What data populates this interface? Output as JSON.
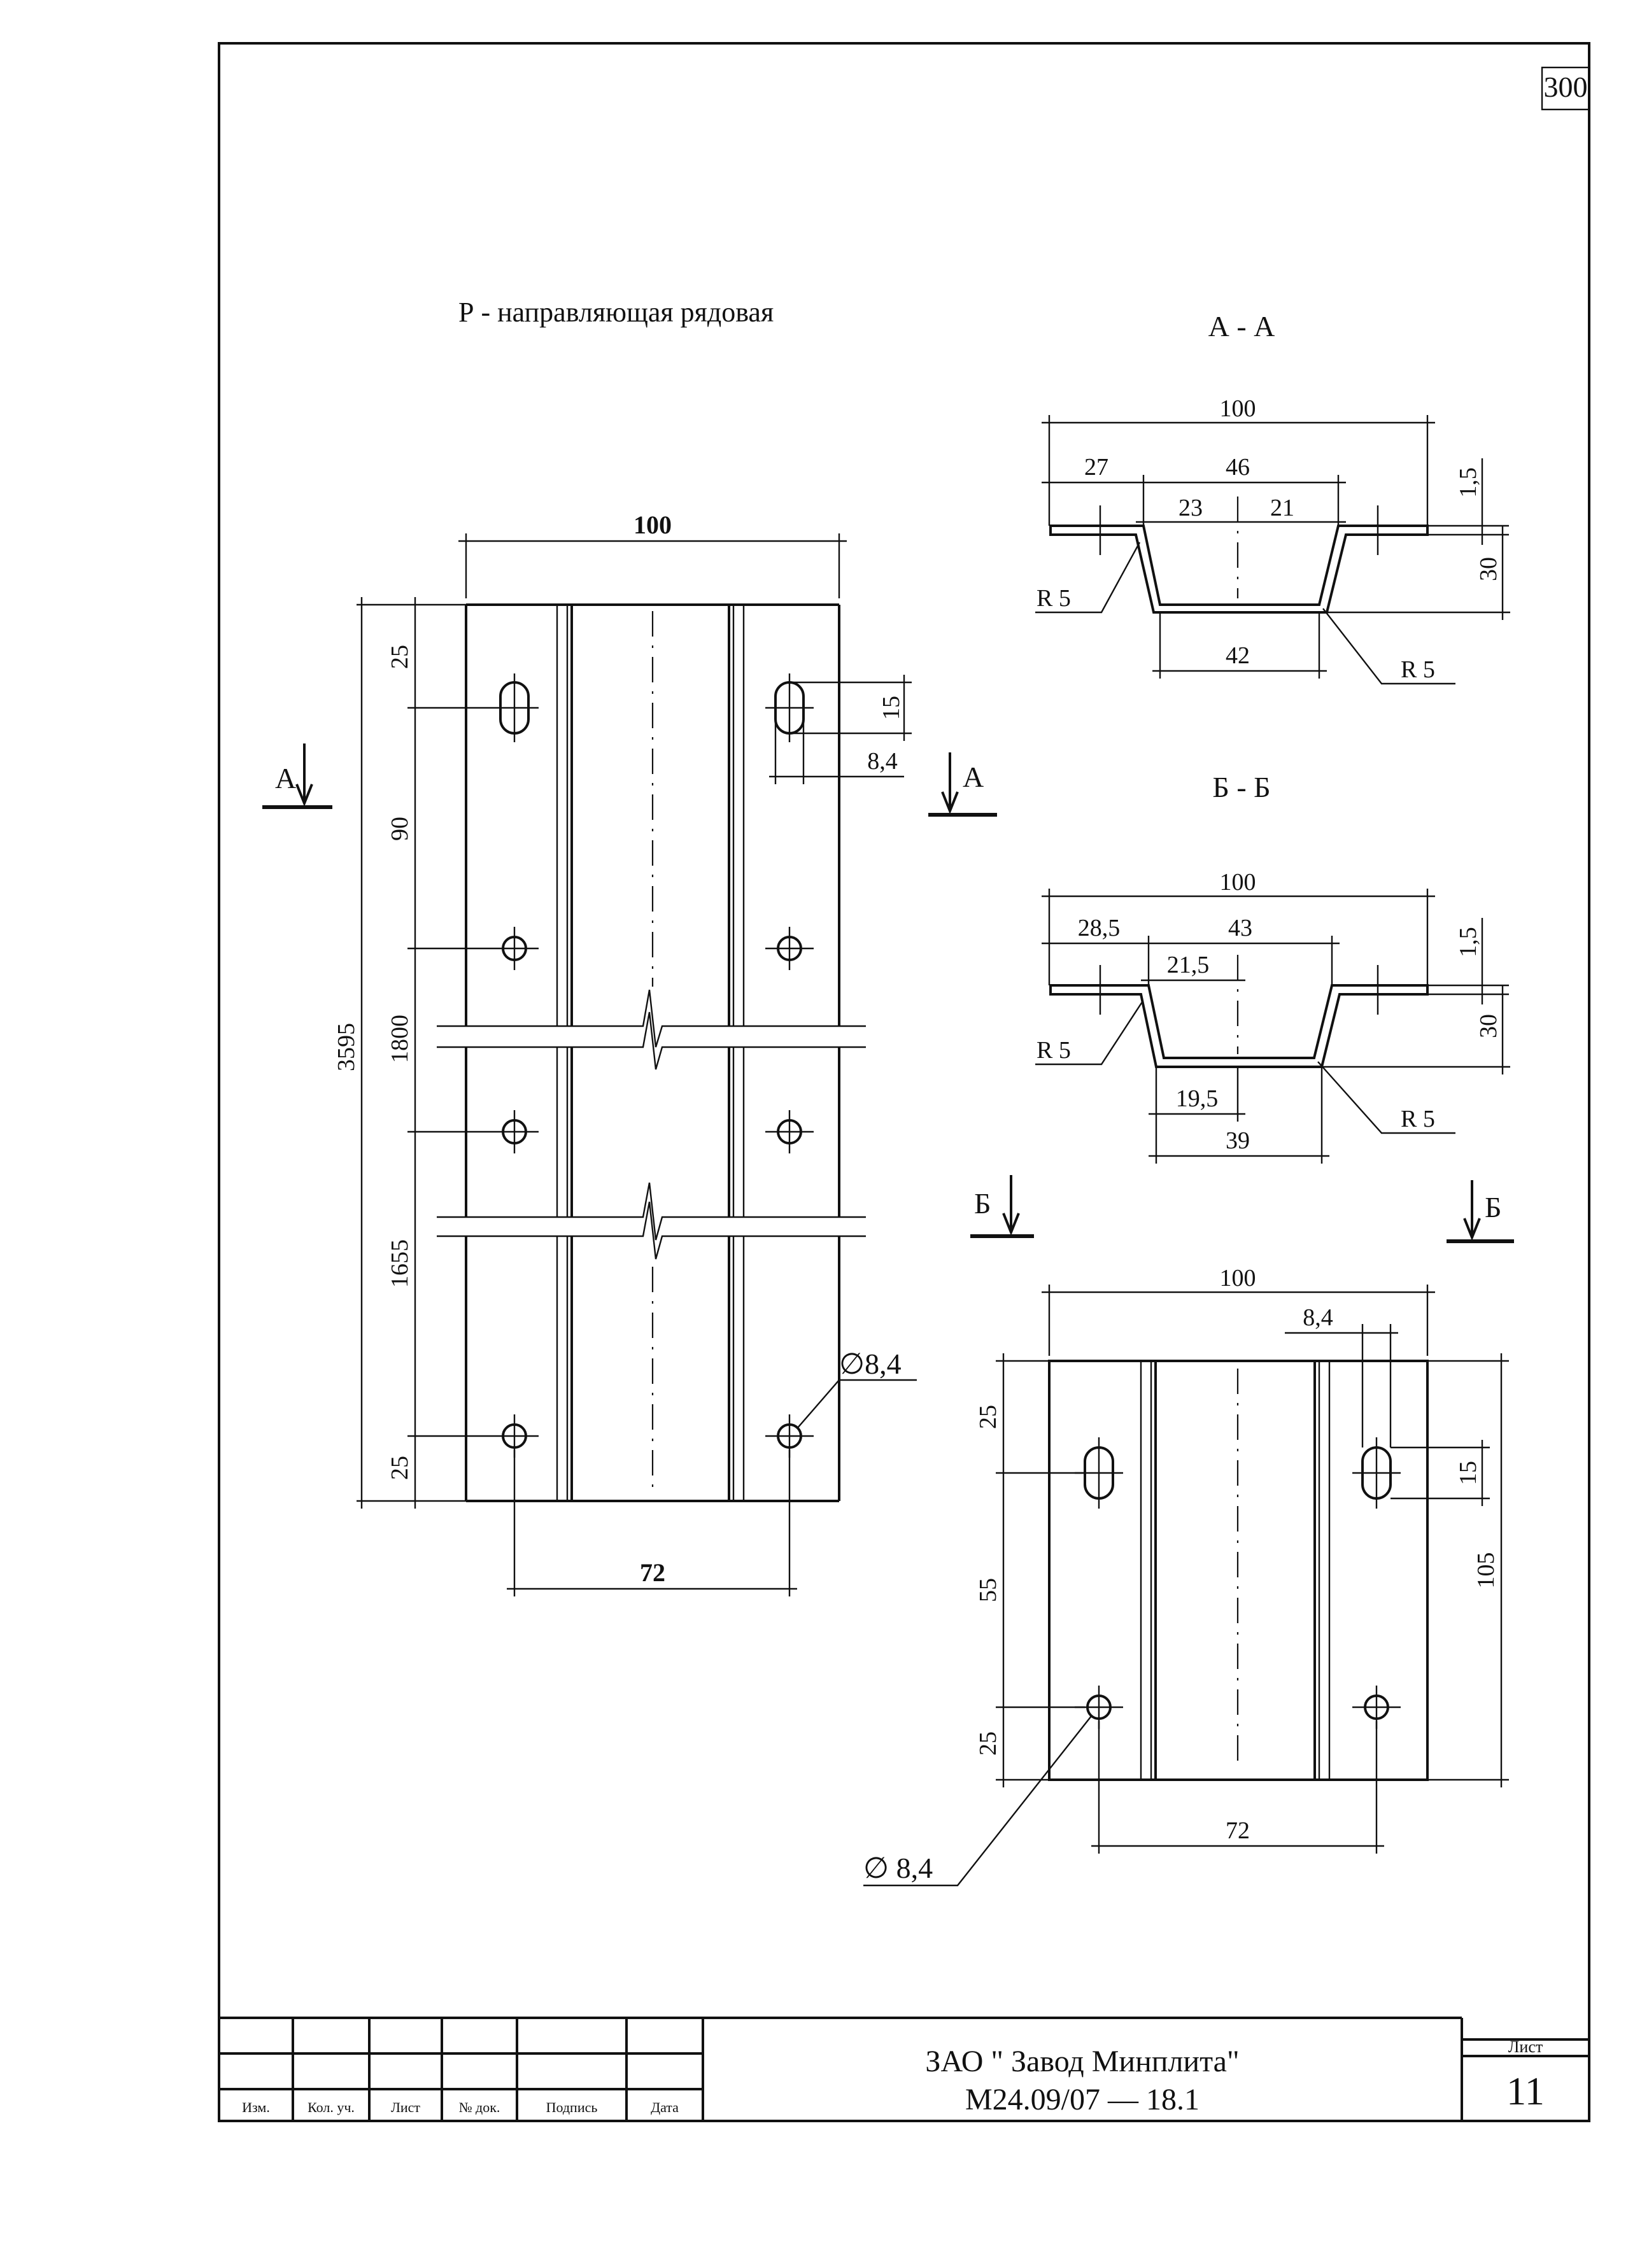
{
  "sheet_corner": "300",
  "part_title": "Р - направляющая рядовая",
  "section_marks": {
    "a_label": "А",
    "aa_title": "А - А",
    "b_label": "Б",
    "bb_title": "Б - Б"
  },
  "main_view": {
    "width": "100",
    "overall_length": "3595",
    "seg_top": "25",
    "seg_90": "90",
    "seg_1800": "1800",
    "seg_1655": "1655",
    "seg_bottom": "25",
    "slot_length": "15",
    "slot_width": "8,4",
    "hole_dia": "∅8,4",
    "hole_spacing": "72"
  },
  "section_aa": {
    "width": "100",
    "left_flange": "27",
    "opening": "46",
    "half_left": "23",
    "half_right": "21",
    "thickness": "1,5",
    "depth": "30",
    "bottom": "42",
    "radius_left": "R 5",
    "radius_right": "R 5"
  },
  "section_bb": {
    "width": "100",
    "left_flange": "28,5",
    "opening": "43",
    "half_left": "21,5",
    "thickness": "1,5",
    "depth": "30",
    "bottom_half": "19,5",
    "bottom": "39",
    "radius_left": "R 5",
    "radius_right": "R 5"
  },
  "detail_view": {
    "width": "100",
    "slot_width": "8,4",
    "seg_top": "25",
    "seg_55": "55",
    "seg_bottom": "25",
    "slot_length": "15",
    "length": "105",
    "hole_spacing": "72",
    "hole_dia": "∅ 8,4"
  },
  "title_block": {
    "col_headers": [
      "Изм.",
      "Кол. уч.",
      "Лист",
      "№ док.",
      "Подпись",
      "Дата"
    ],
    "company": "ЗАО \" Завод Минплита\"",
    "doc_code": "М24.09/07  —  18.1",
    "sheet_label": "Лист",
    "sheet_number": "11"
  }
}
